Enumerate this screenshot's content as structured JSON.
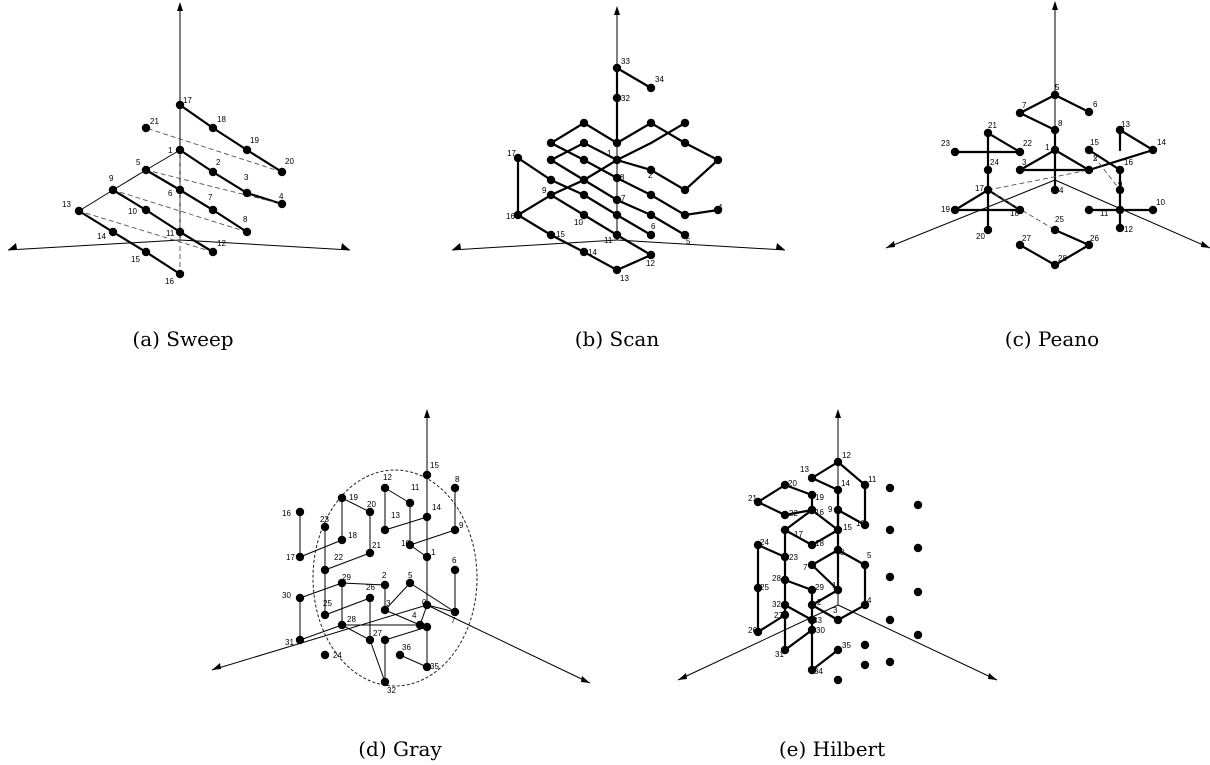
{
  "captions": {
    "a": "(a) Sweep",
    "b": "(b) Scan",
    "c": "(c) Peano",
    "d": "(d) Gray",
    "e": "(e) Hilbert"
  },
  "panels": {
    "sweep": {
      "labels": [
        "1",
        "2",
        "3",
        "4",
        "5",
        "6",
        "7",
        "8",
        "9",
        "10",
        "11",
        "12",
        "13",
        "14",
        "15",
        "16",
        "17",
        "18",
        "19",
        "20",
        "21"
      ]
    },
    "scan": {
      "labels": [
        "1",
        "2",
        "3",
        "4",
        "5",
        "6",
        "7",
        "8",
        "9",
        "10",
        "11",
        "12",
        "13",
        "14",
        "15",
        "16",
        "17",
        "32",
        "33",
        "34"
      ]
    },
    "peano": {
      "labels": [
        "1",
        "2",
        "3",
        "4",
        "5",
        "6",
        "7",
        "8",
        "9",
        "10",
        "11",
        "12",
        "13",
        "14",
        "15",
        "16",
        "17",
        "18",
        "19",
        "20",
        "21",
        "22",
        "23",
        "24",
        "25",
        "26",
        "27",
        "28"
      ]
    },
    "gray": {
      "labels": [
        "0",
        "1",
        "5",
        "6",
        "7",
        "8",
        "9",
        "10",
        "11",
        "12",
        "13",
        "14",
        "15",
        "16",
        "17",
        "18",
        "19",
        "20",
        "21",
        "22",
        "23",
        "24",
        "25",
        "26",
        "27",
        "28",
        "29",
        "30",
        "31",
        "32",
        "35",
        "36",
        "2",
        "3",
        "4"
      ]
    },
    "hilbert": {
      "labels": [
        "1",
        "2",
        "3",
        "4",
        "5",
        "7",
        "8",
        "9",
        "10",
        "11",
        "12",
        "13",
        "14",
        "15",
        "16",
        "17",
        "18",
        "19",
        "20",
        "21",
        "22",
        "23",
        "24",
        "25",
        "26",
        "27",
        "28",
        "29",
        "30",
        "31",
        "32",
        "33",
        "34",
        "35"
      ]
    }
  }
}
